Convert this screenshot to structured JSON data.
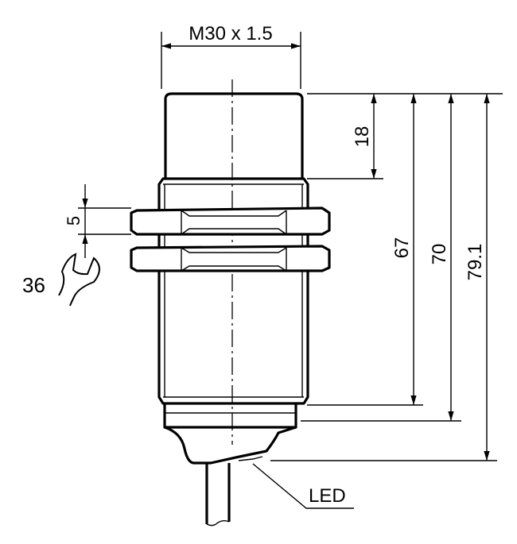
{
  "drawing": {
    "thread_label": "M30 x 1.5",
    "dimensions": {
      "cap_length": "18",
      "thread_length": "67",
      "body_length": "70",
      "overall_length": "79.1",
      "nut_thickness": "5",
      "wrench_size": "36"
    },
    "led_label": "LED"
  }
}
